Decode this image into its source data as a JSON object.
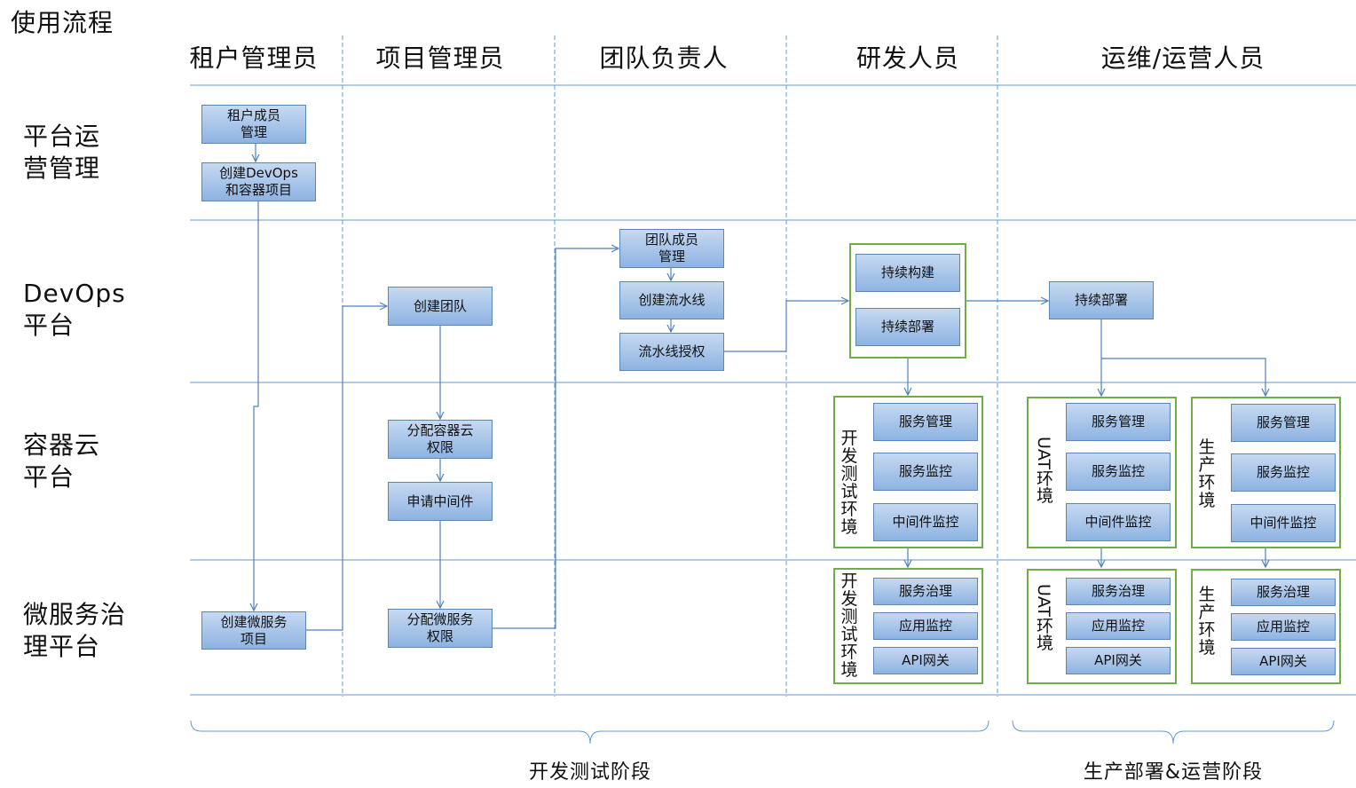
{
  "title": "使用流程",
  "columns": [
    "租户管理员",
    "项目管理员",
    "团队负责人",
    "研发人员",
    "运维/运营人员"
  ],
  "rows": [
    "平台运\n营管理",
    "DevOps\n平台",
    "容器云\n平台",
    "微服务治\n理平台"
  ],
  "boxes": {
    "tenant_member": "租户成员\n管理",
    "create_devops": "创建DevOps\n和容器项目",
    "create_micro": "创建微服务\n项目",
    "create_team": "创建团队",
    "assign_container": "分配容器云\n权限",
    "request_middleware": "申请中间件",
    "assign_micro": "分配微服务\n权限",
    "team_member": "团队成员\n管理",
    "create_pipeline": "创建流水线",
    "pipeline_auth": "流水线授权",
    "ci_build": "持续构建",
    "cd_deploy_dev": "持续部署",
    "cd_deploy_ops": "持续部署"
  },
  "env_dev": "开发测试环境",
  "env_uat": "UAT环境",
  "env_prod": "生产环境",
  "container_items": [
    "服务管理",
    "服务监控",
    "中间件监控"
  ],
  "micro_items": [
    "服务治理",
    "应用监控",
    "API网关"
  ],
  "phases": [
    "开发测试阶段",
    "生产部署&运营阶段"
  ]
}
